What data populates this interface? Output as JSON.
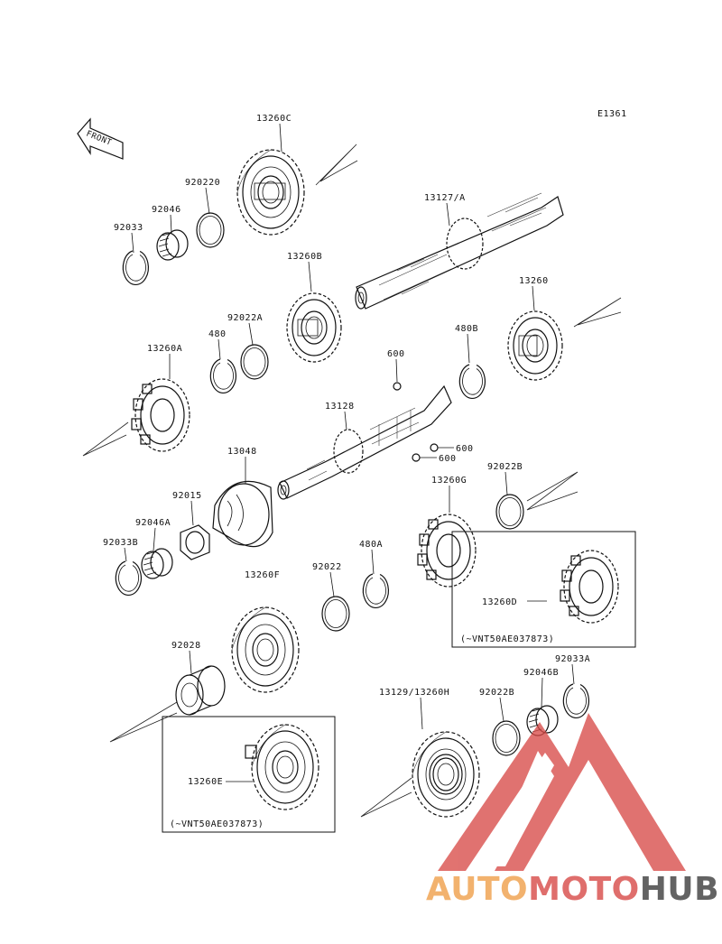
{
  "diagram_id": "E1361",
  "front_label": "FRONT",
  "parts": {
    "p13260C": "13260C",
    "p920220": "920220",
    "p92046": "92046",
    "p92033": "92033",
    "p13127A": "13127/A",
    "p13260B": "13260B",
    "p92022A": "92022A",
    "p480": "480",
    "p13260": "13260",
    "p480B": "480B",
    "p13260A": "13260A",
    "p600a": "600",
    "p13128": "13128",
    "p600b": "600",
    "p600c": "600",
    "p13048": "13048",
    "p13260G": "13260G",
    "p92022B": "92022B",
    "p92015": "92015",
    "p92046A": "92046A",
    "p92033B": "92033B",
    "p480A": "480A",
    "p92022": "92022",
    "p13260F": "13260F",
    "p13260D": "13260D",
    "p92028": "92028",
    "p92033A": "92033A",
    "p92046B": "92046B",
    "p13129": "13129/13260H",
    "p92022B2": "92022B",
    "p13260E": "13260E"
  },
  "notes": {
    "box1": "(~VNT50AE037873)",
    "box2": "(~VNT50AE037873)"
  },
  "watermark": {
    "part1": "AUTO",
    "part2": "MOTO",
    "part3": "HUB",
    "colors": {
      "orange": "#f0a04a",
      "red": "#d84b48",
      "dark": "#3d3d3d"
    }
  }
}
